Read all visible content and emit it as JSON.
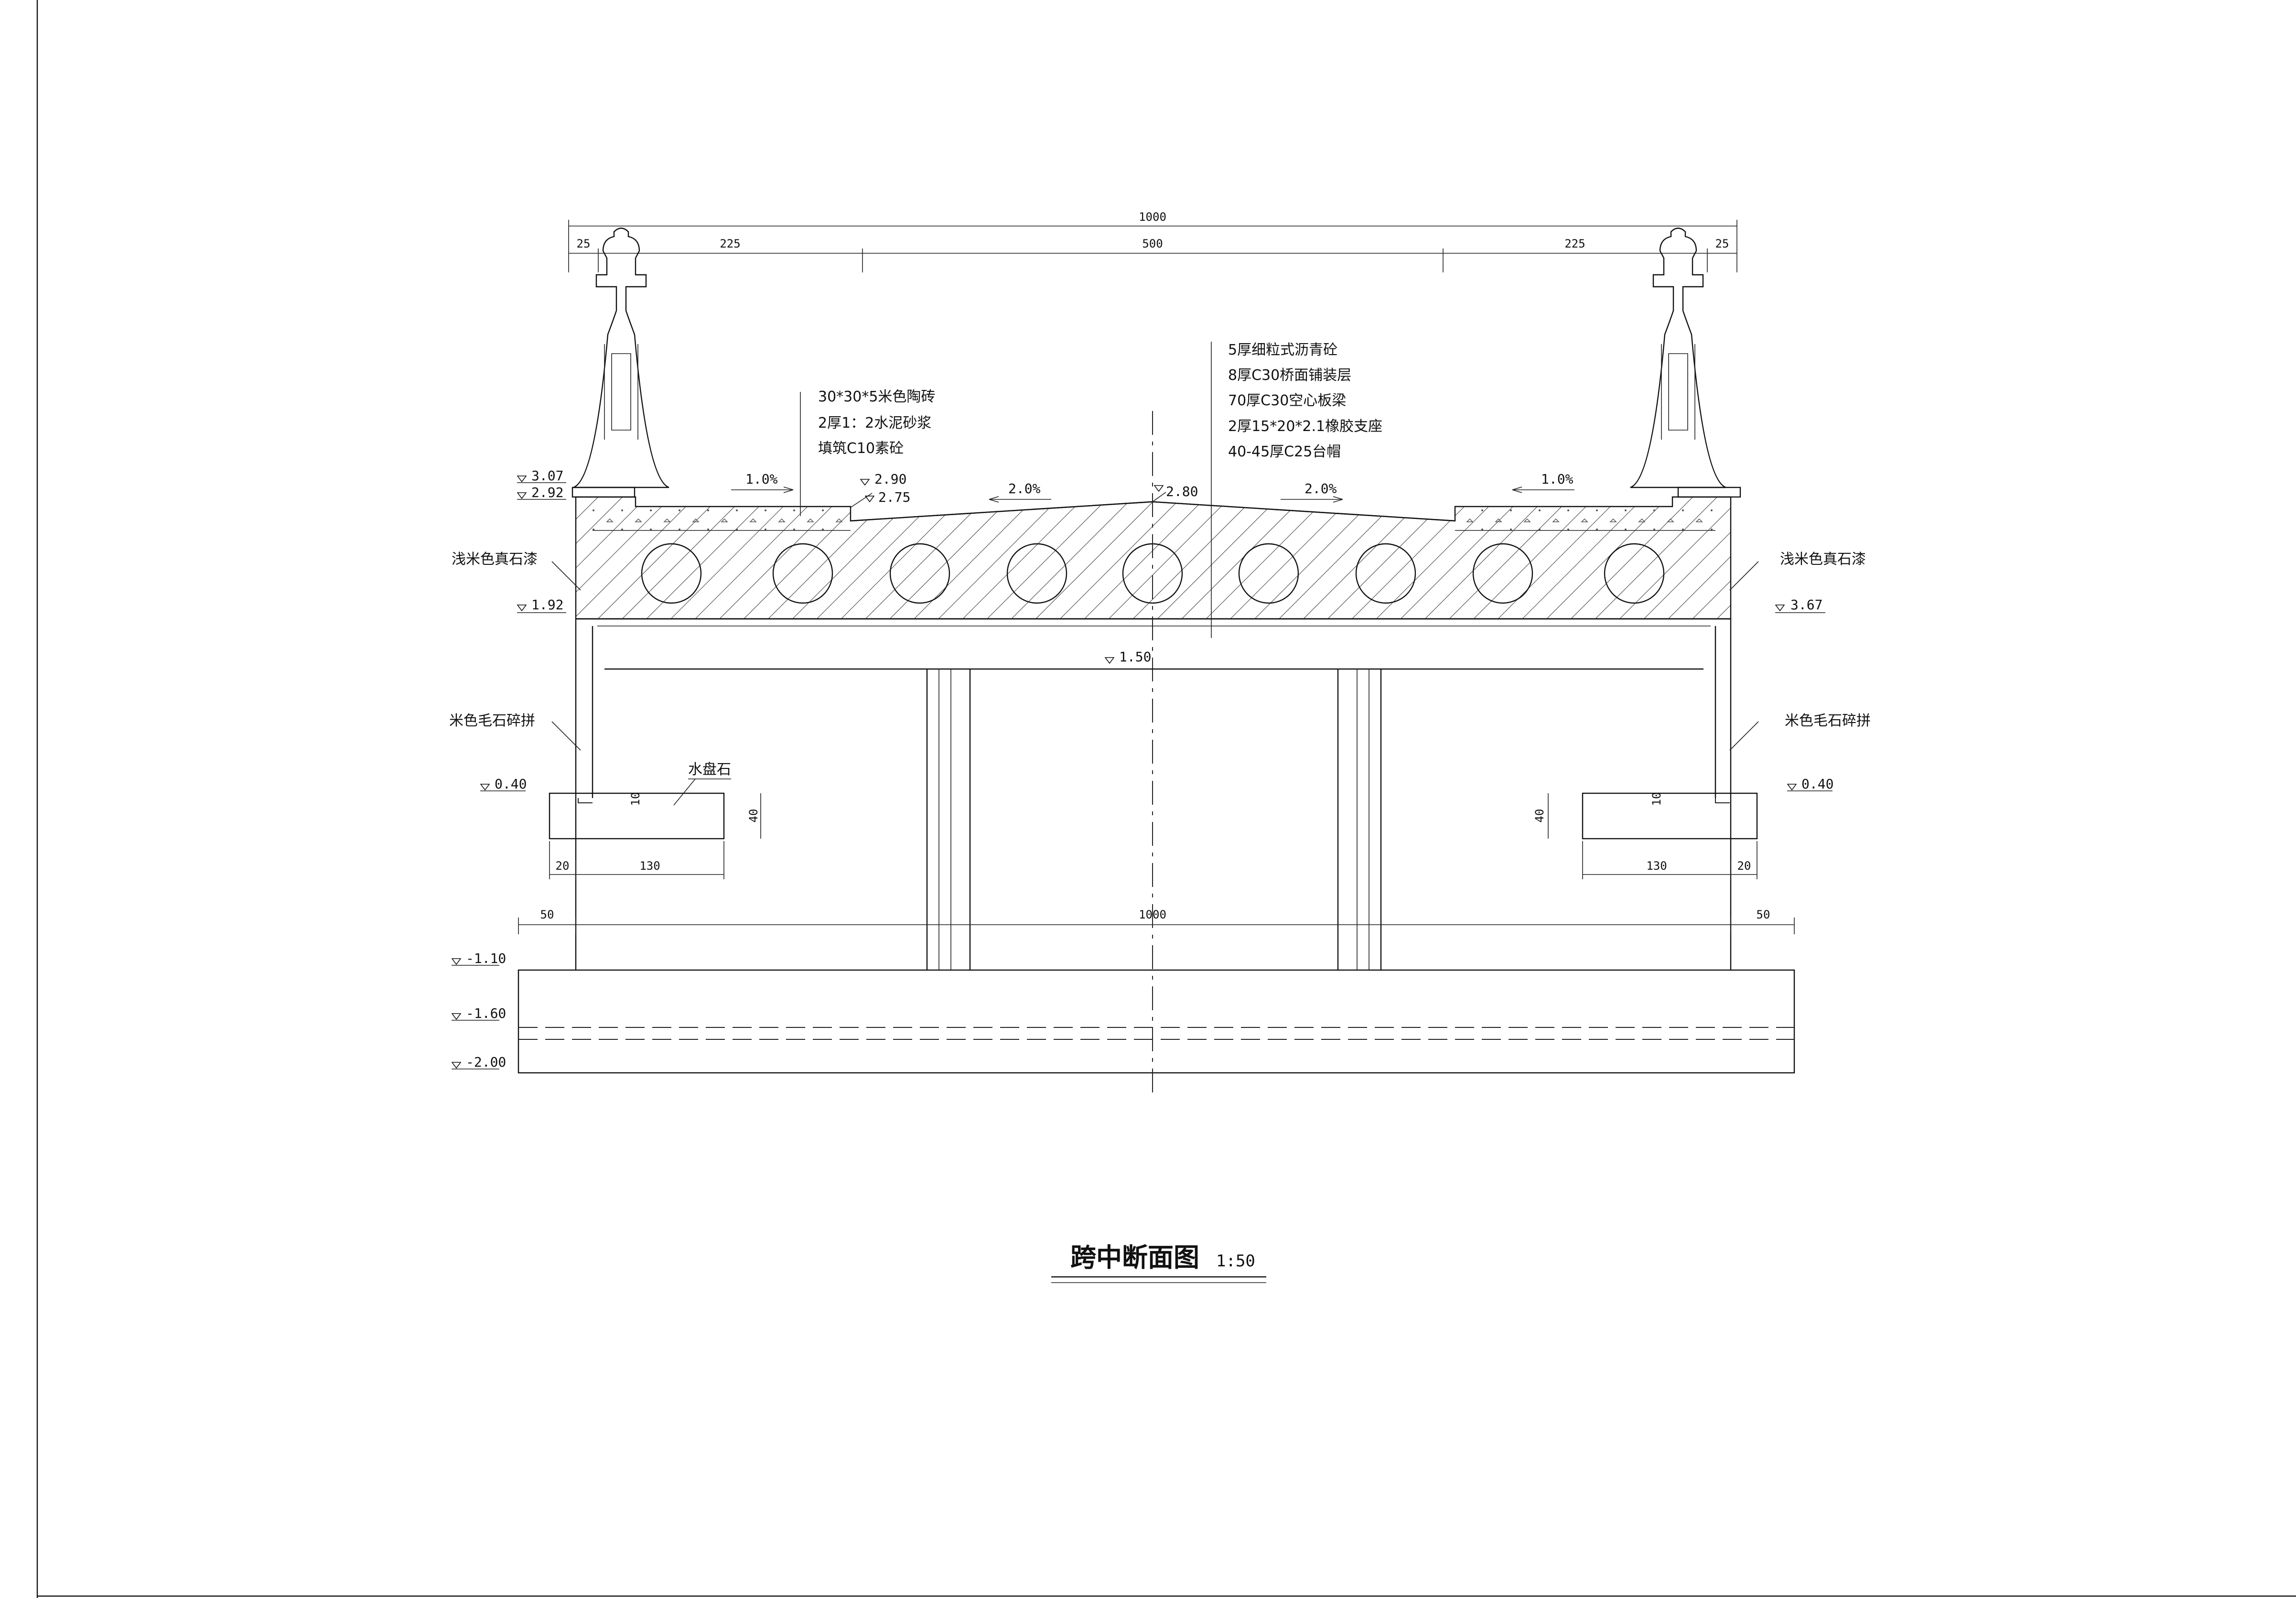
{
  "drawing": {
    "title": "跨中断面图",
    "scale": "1:50"
  },
  "dims": {
    "top_total": "1000",
    "top_parts": [
      "25",
      "225",
      "500",
      "225",
      "25"
    ],
    "footing_left": [
      "20",
      "130"
    ],
    "footing_right": [
      "130",
      "20"
    ],
    "footing_height": "40",
    "footing_inset": "10",
    "base_parts": [
      "50",
      "1000",
      "50"
    ]
  },
  "levels": {
    "rail_top": "3.07",
    "rail_seat": "2.92",
    "sidewalk": "2.90",
    "curb": "2.75",
    "crown": "2.80",
    "slab_bottom_left": "1.92",
    "slab_bottom_right": "3.67",
    "cap_bottom": "1.50",
    "ground_left": "0.40",
    "ground_right": "0.40",
    "base_top": "-1.10",
    "base_mid": "-1.60",
    "base_bottom": "-2.00"
  },
  "slopes": {
    "sidewalk_left": "1.0%",
    "road_left": "2.0%",
    "road_right": "2.0%",
    "sidewalk_right": "1.0%"
  },
  "notes": {
    "sidewalk_layers": [
      "30*30*5米色陶砖",
      "2厚1：2水泥砂浆",
      "填筑C10素砼"
    ],
    "deck_layers": [
      "5厚细粒式沥青砼",
      "8厚C30桥面铺装层",
      "70厚C30空心板梁",
      "2厚15*20*2.1橡胶支座",
      "40-45厚C25台帽"
    ],
    "facing_left": "浅米色真石漆",
    "facing_right": "浅米色真石漆",
    "stone_left": "米色毛石碎拼",
    "stone_right": "米色毛石碎拼",
    "water_stone": "水盘石"
  }
}
